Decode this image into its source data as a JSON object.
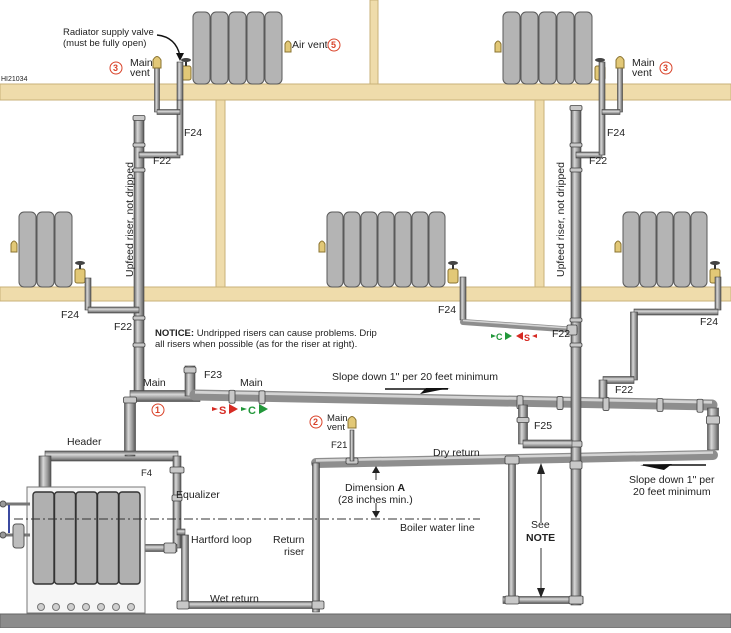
{
  "drawing_id": "HI21034",
  "colors": {
    "wood": "#efdcab",
    "wood_edge": "#c9b27a",
    "pipe": "#9b9b9b",
    "pipe_dark": "#6b6b6b",
    "radiator": "#b4b4b4",
    "radiator_edge": "#5a5a5a",
    "brass": "#e2c877",
    "floor": "#8c8c8c",
    "steam": "#d62b24",
    "condensate": "#22973a",
    "callout": "#d9432a"
  },
  "labels": {
    "supply_valve_line1": "Radiator supply valve",
    "supply_valve_line2": "(must be fully open)",
    "air_vent": "Air vent",
    "air_vent_callout": "5",
    "main_vent_callout": "3",
    "main_vent_line1": "Main",
    "main_vent_line2": "vent",
    "main_vent2_callout": "2",
    "main_callout": "1",
    "upfeed_riser": "Upfeed riser, not dripped",
    "notice_bold": "NOTICE:",
    "notice_line1": " Undripped risers can cause problems. Drip",
    "notice_line2": "all risers when possible (as for the riser at right).",
    "main": "Main",
    "slope_top": "Slope down 1\" per 20 feet minimum",
    "slope_right_line1": "Slope down 1\" per",
    "slope_right_line2": "20 feet minimum",
    "header": "Header",
    "equalizer": "Equalizer",
    "hartford_loop": "Hartford loop",
    "return_riser_line1": "Return",
    "return_riser_line2": "riser",
    "wet_return": "Wet return",
    "dry_return": "Dry return",
    "dimension_prefix": "Dimension ",
    "dimension_bold": "A",
    "dimension_note": "(28 inches min.)",
    "boiler_water_line": "Boiler water line",
    "see": "See",
    "note": "NOTE",
    "steam_letter": "S",
    "condensate_letter": "C"
  },
  "fittings": {
    "F4": "F4",
    "F21": "F21",
    "F22": "F22",
    "F23": "F23",
    "F24": "F24",
    "F25": "F25"
  }
}
